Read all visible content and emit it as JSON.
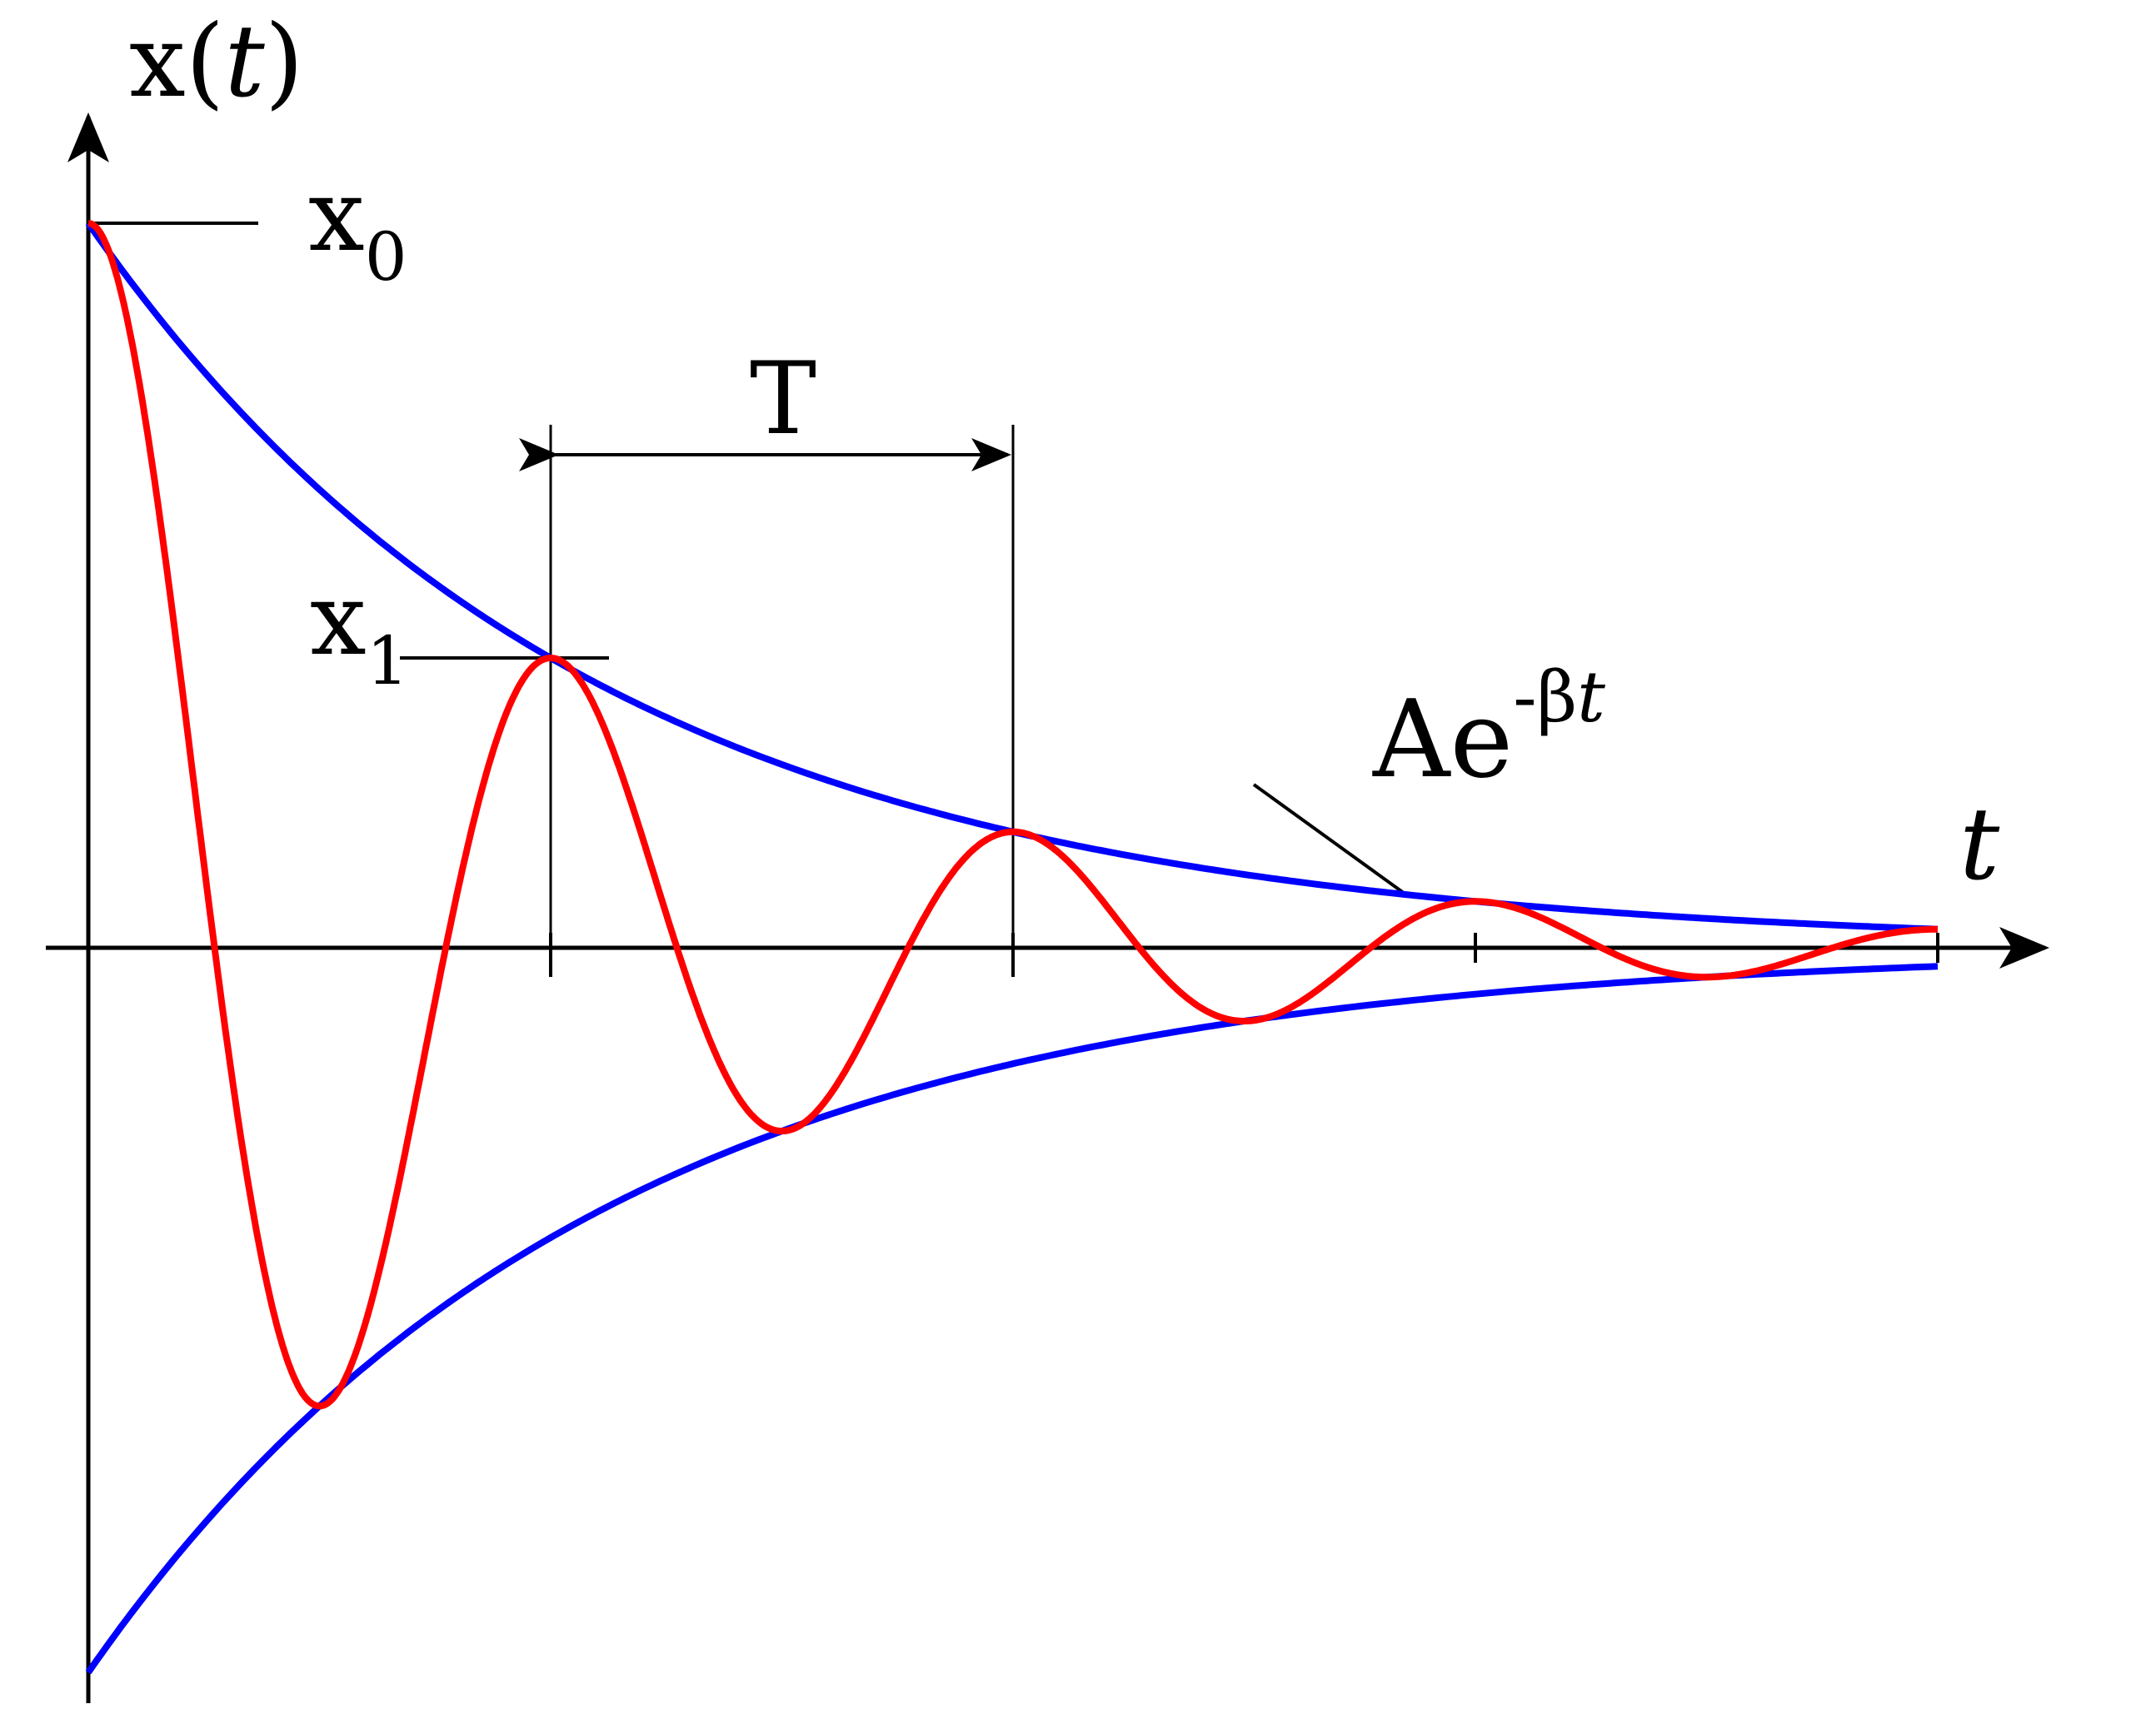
{
  "labels": {
    "y_axis_main": "x(",
    "y_axis_var": "t",
    "y_axis_close": ")",
    "x_axis": "t",
    "x0_base": "x",
    "x0_sub": "0",
    "x1_base": "x",
    "x1_sub": "1",
    "period": "T",
    "envelope_base": "Ae",
    "envelope_exp_prefix": "-β",
    "envelope_exp_var": "t"
  },
  "colors": {
    "oscillation": "#ff0000",
    "envelope": "#0000ff",
    "axes": "#000000"
  },
  "model": {
    "amplitude_x0": 1.0,
    "decay_per_period": 0.4,
    "period_T": 2.0,
    "t_end": 8.0,
    "tick_periods": [
      1,
      2,
      3,
      4
    ]
  }
}
